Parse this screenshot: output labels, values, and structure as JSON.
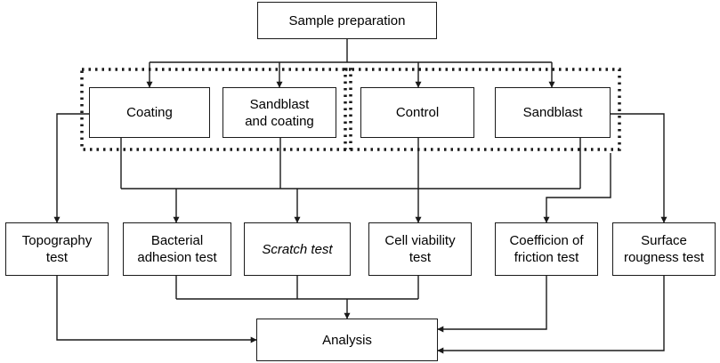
{
  "diagram": {
    "root": {
      "label": "Sample preparation"
    },
    "groups": [
      {
        "label": "Coating"
      },
      {
        "label": "Sandblast\nand coating"
      },
      {
        "label": "Control"
      },
      {
        "label": "Sandblast"
      }
    ],
    "tests": [
      {
        "label": "Topography\ntest"
      },
      {
        "label": "Bacterial\nadhesion test"
      },
      {
        "label": "Scratch test"
      },
      {
        "label": "Cell viability\ntest"
      },
      {
        "label": "Coefficion of\nfriction test"
      },
      {
        "label": "Surface\nrougness test"
      }
    ],
    "sink": {
      "label": "Analysis"
    }
  }
}
